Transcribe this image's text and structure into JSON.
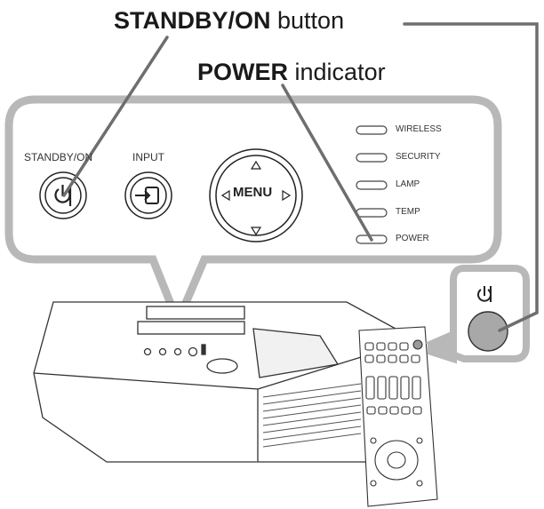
{
  "callouts": {
    "standby_bold": "STANDBY/ON",
    "standby_rest": " button",
    "power_bold": "POWER",
    "power_rest": " indicator"
  },
  "panel": {
    "standby_label": "STANDBY/ON",
    "input_label": "INPUT",
    "menu_label": "MENU",
    "indicators": [
      "WIRELESS",
      "SECURITY",
      "LAMP",
      "TEMP",
      "POWER"
    ]
  },
  "colors": {
    "panel_outline": "#b5b5b5",
    "leader_line": "#6e6e6e",
    "remote_button": "#a8a8a8"
  },
  "icons": {
    "standby": "power-icon",
    "input": "input-arrow-icon",
    "menu_dpad": "arrow-triangles"
  }
}
